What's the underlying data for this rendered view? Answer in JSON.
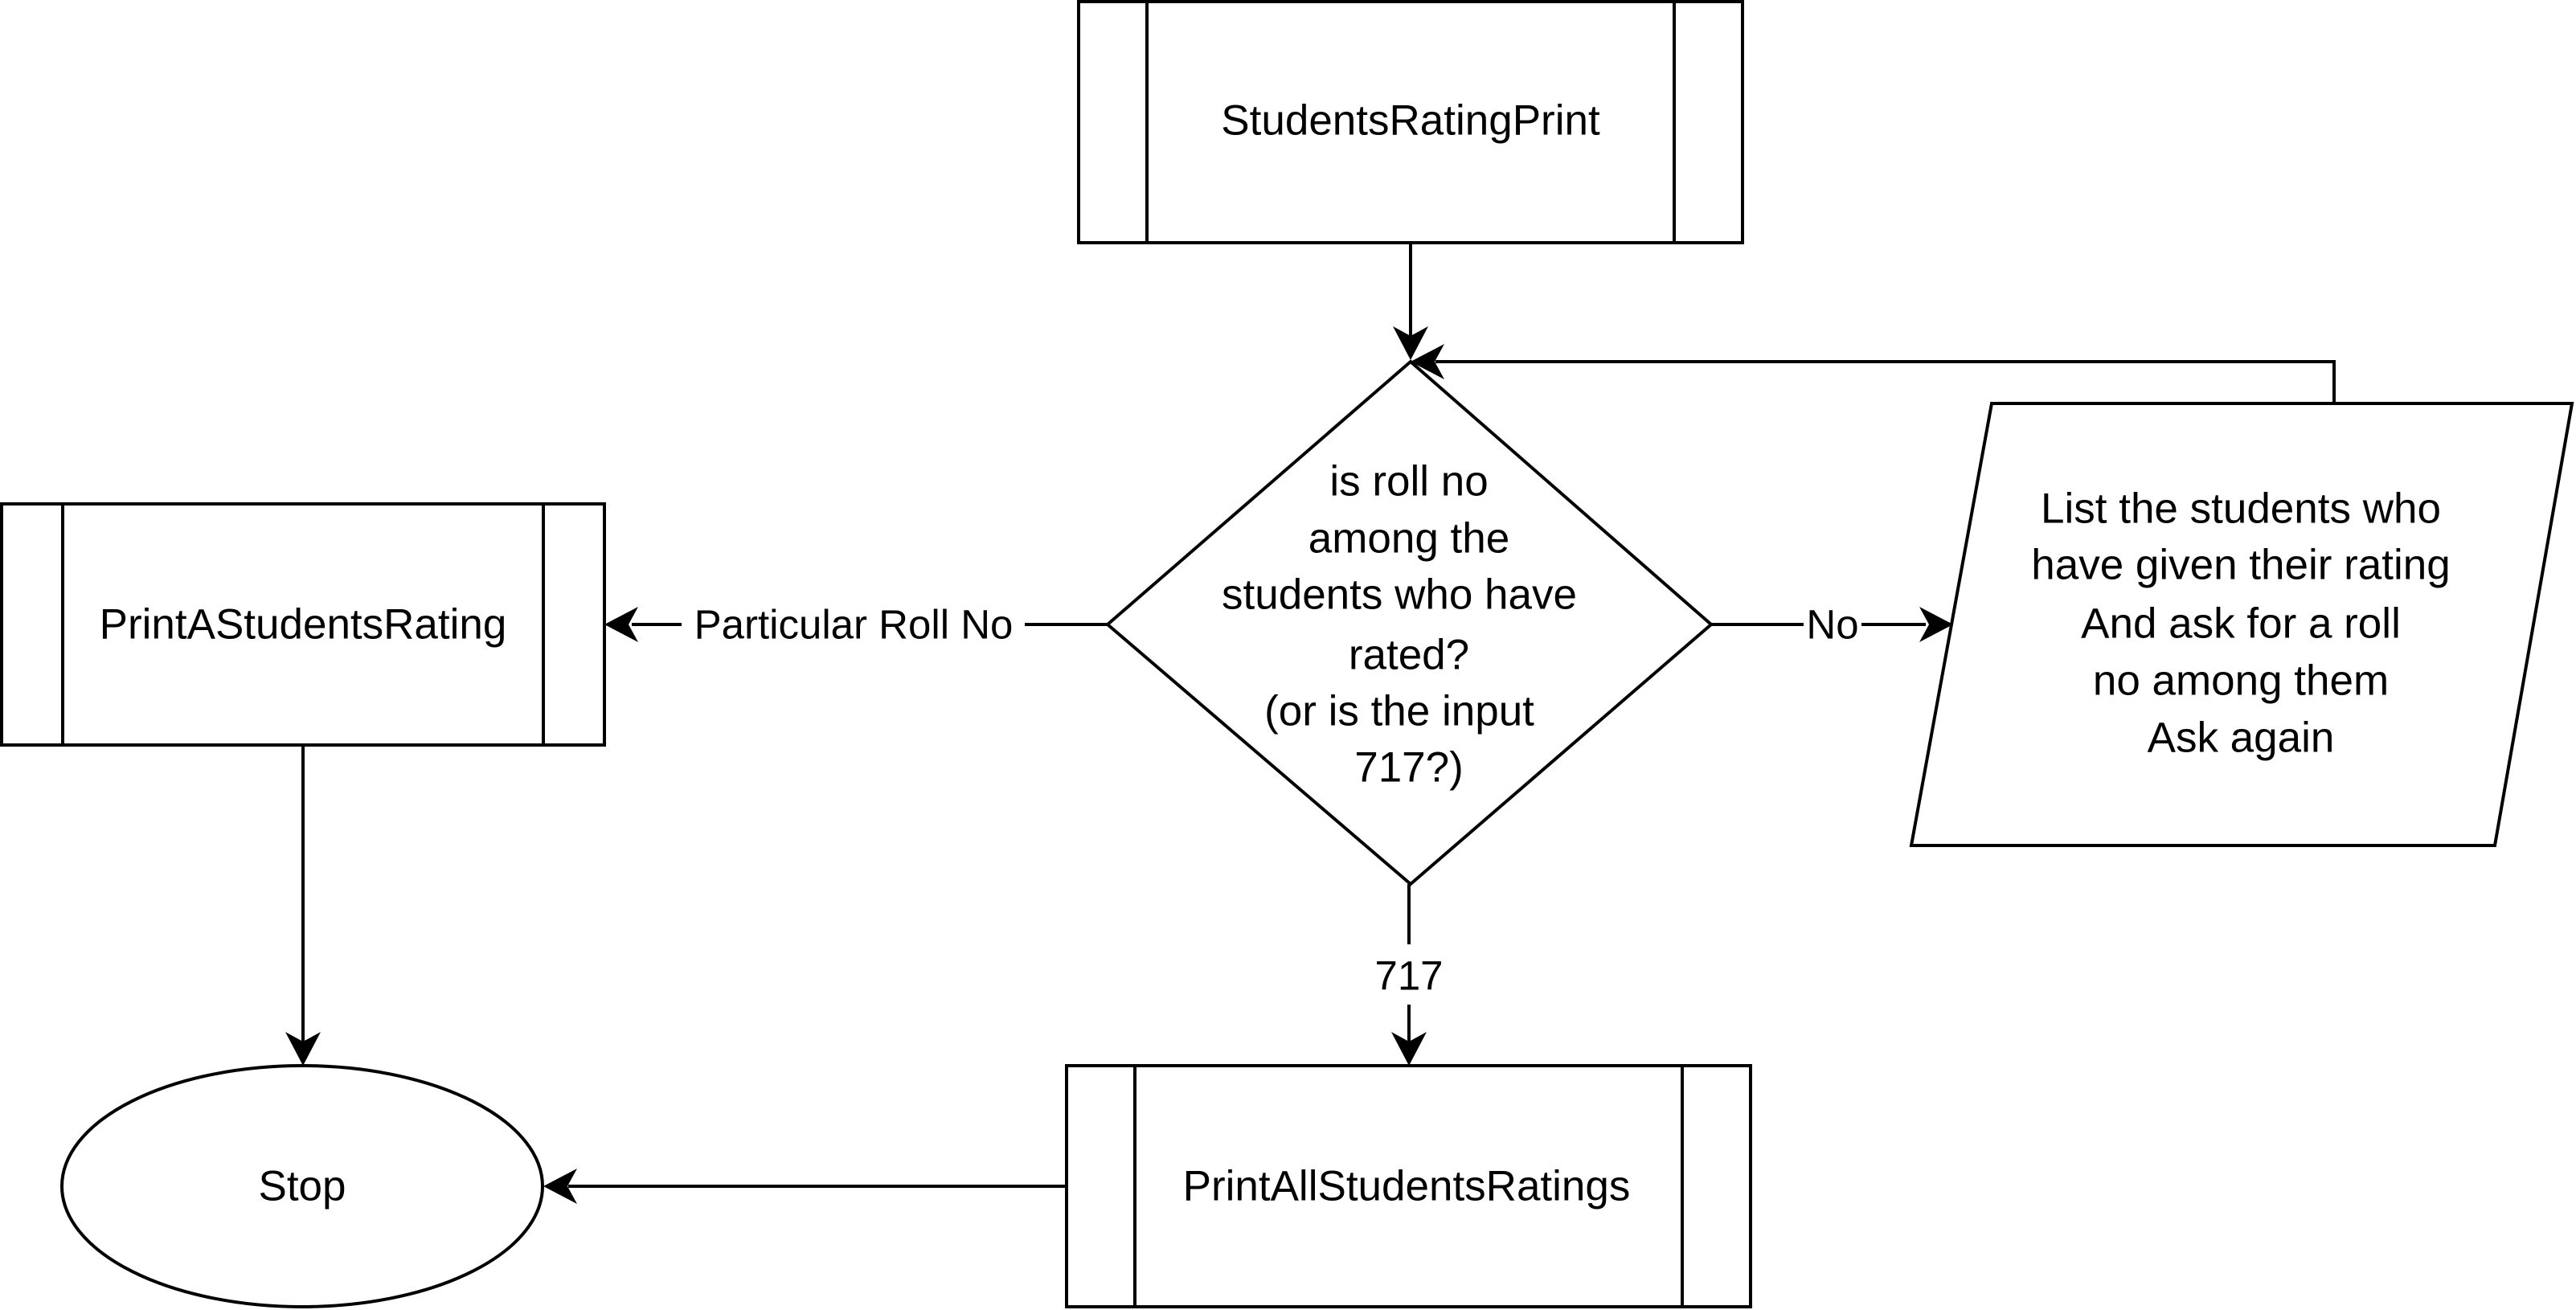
{
  "nodes": {
    "start": {
      "label": "StudentsRatingPrint"
    },
    "decision": {
      "lines": [
        "is roll no",
        "among the",
        "students who have",
        "rated?",
        "(or is the input",
        "717?)"
      ]
    },
    "print_one": {
      "label": "PrintAStudentsRating"
    },
    "list_ask": {
      "lines": [
        "List the students who",
        "have given their rating",
        "And ask for a roll",
        "no among them",
        "Ask again"
      ]
    },
    "print_all": {
      "label": "PrintAllStudentsRatings"
    },
    "stop": {
      "label": "Stop"
    }
  },
  "edges": {
    "particular": {
      "label": "Particular Roll No"
    },
    "no": {
      "label": "No"
    },
    "input_717": {
      "label": "717"
    }
  }
}
